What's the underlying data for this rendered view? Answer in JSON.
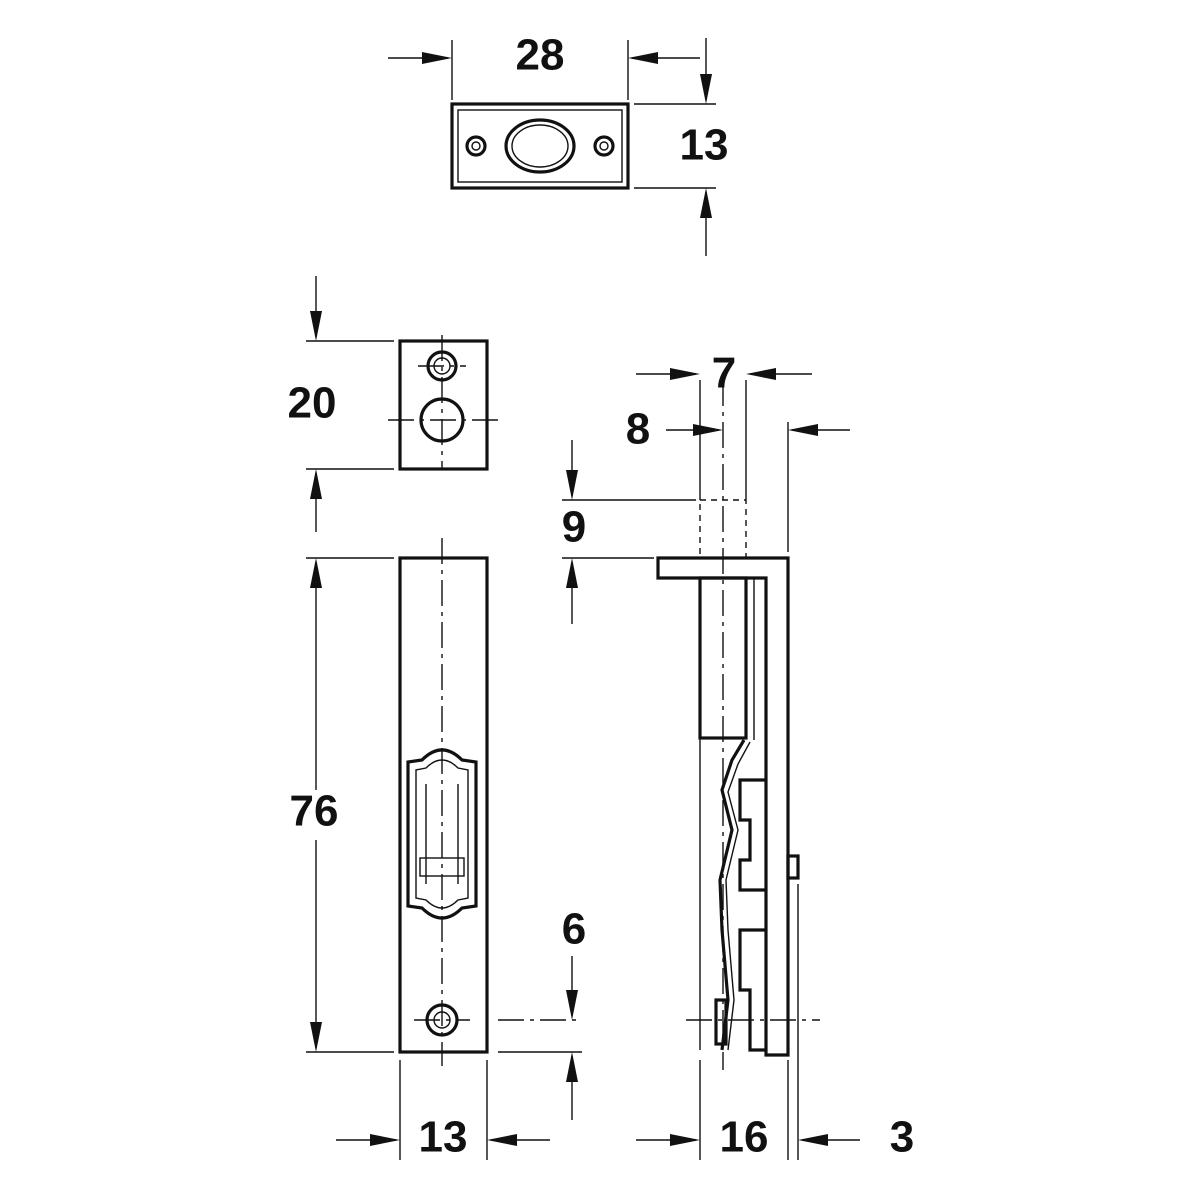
{
  "dimensions": {
    "keeper_width": "28",
    "keeper_height": "13",
    "plate_top_height": "20",
    "plate_length": "76",
    "hole_offset": "6",
    "plate_width": "13",
    "side_width": "16",
    "side_thickness": "3",
    "bolt_width": "7",
    "bolt_offset": "8",
    "bolt_projection": "9"
  },
  "colors": {
    "line": "#111111",
    "background": "#ffffff"
  }
}
